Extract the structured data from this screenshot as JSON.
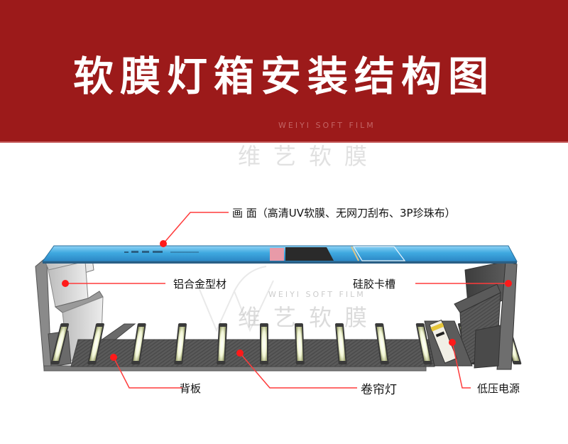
{
  "title": "软膜灯箱安装结构图",
  "watermark": {
    "en": "WEIYI SOFT FILM",
    "cn": "维艺软膜"
  },
  "labels": {
    "panel": "画 面（高清UV软膜、无网刀刮布、3P珍珠布）",
    "aluminum_profile": "铝合金型材",
    "silicone_slot": "硅胶卡槽",
    "back_plate": "背板",
    "led_strip": "卷帘灯",
    "power_supply": "低压电源"
  },
  "colors": {
    "banner": "#9c1a1a",
    "leader_line": "#ff3b3b",
    "panel_blue": "#4db3e6",
    "frame_light": "#d8d8d8",
    "frame_dark": "#4a4a4a"
  },
  "led_strip_count": 12
}
